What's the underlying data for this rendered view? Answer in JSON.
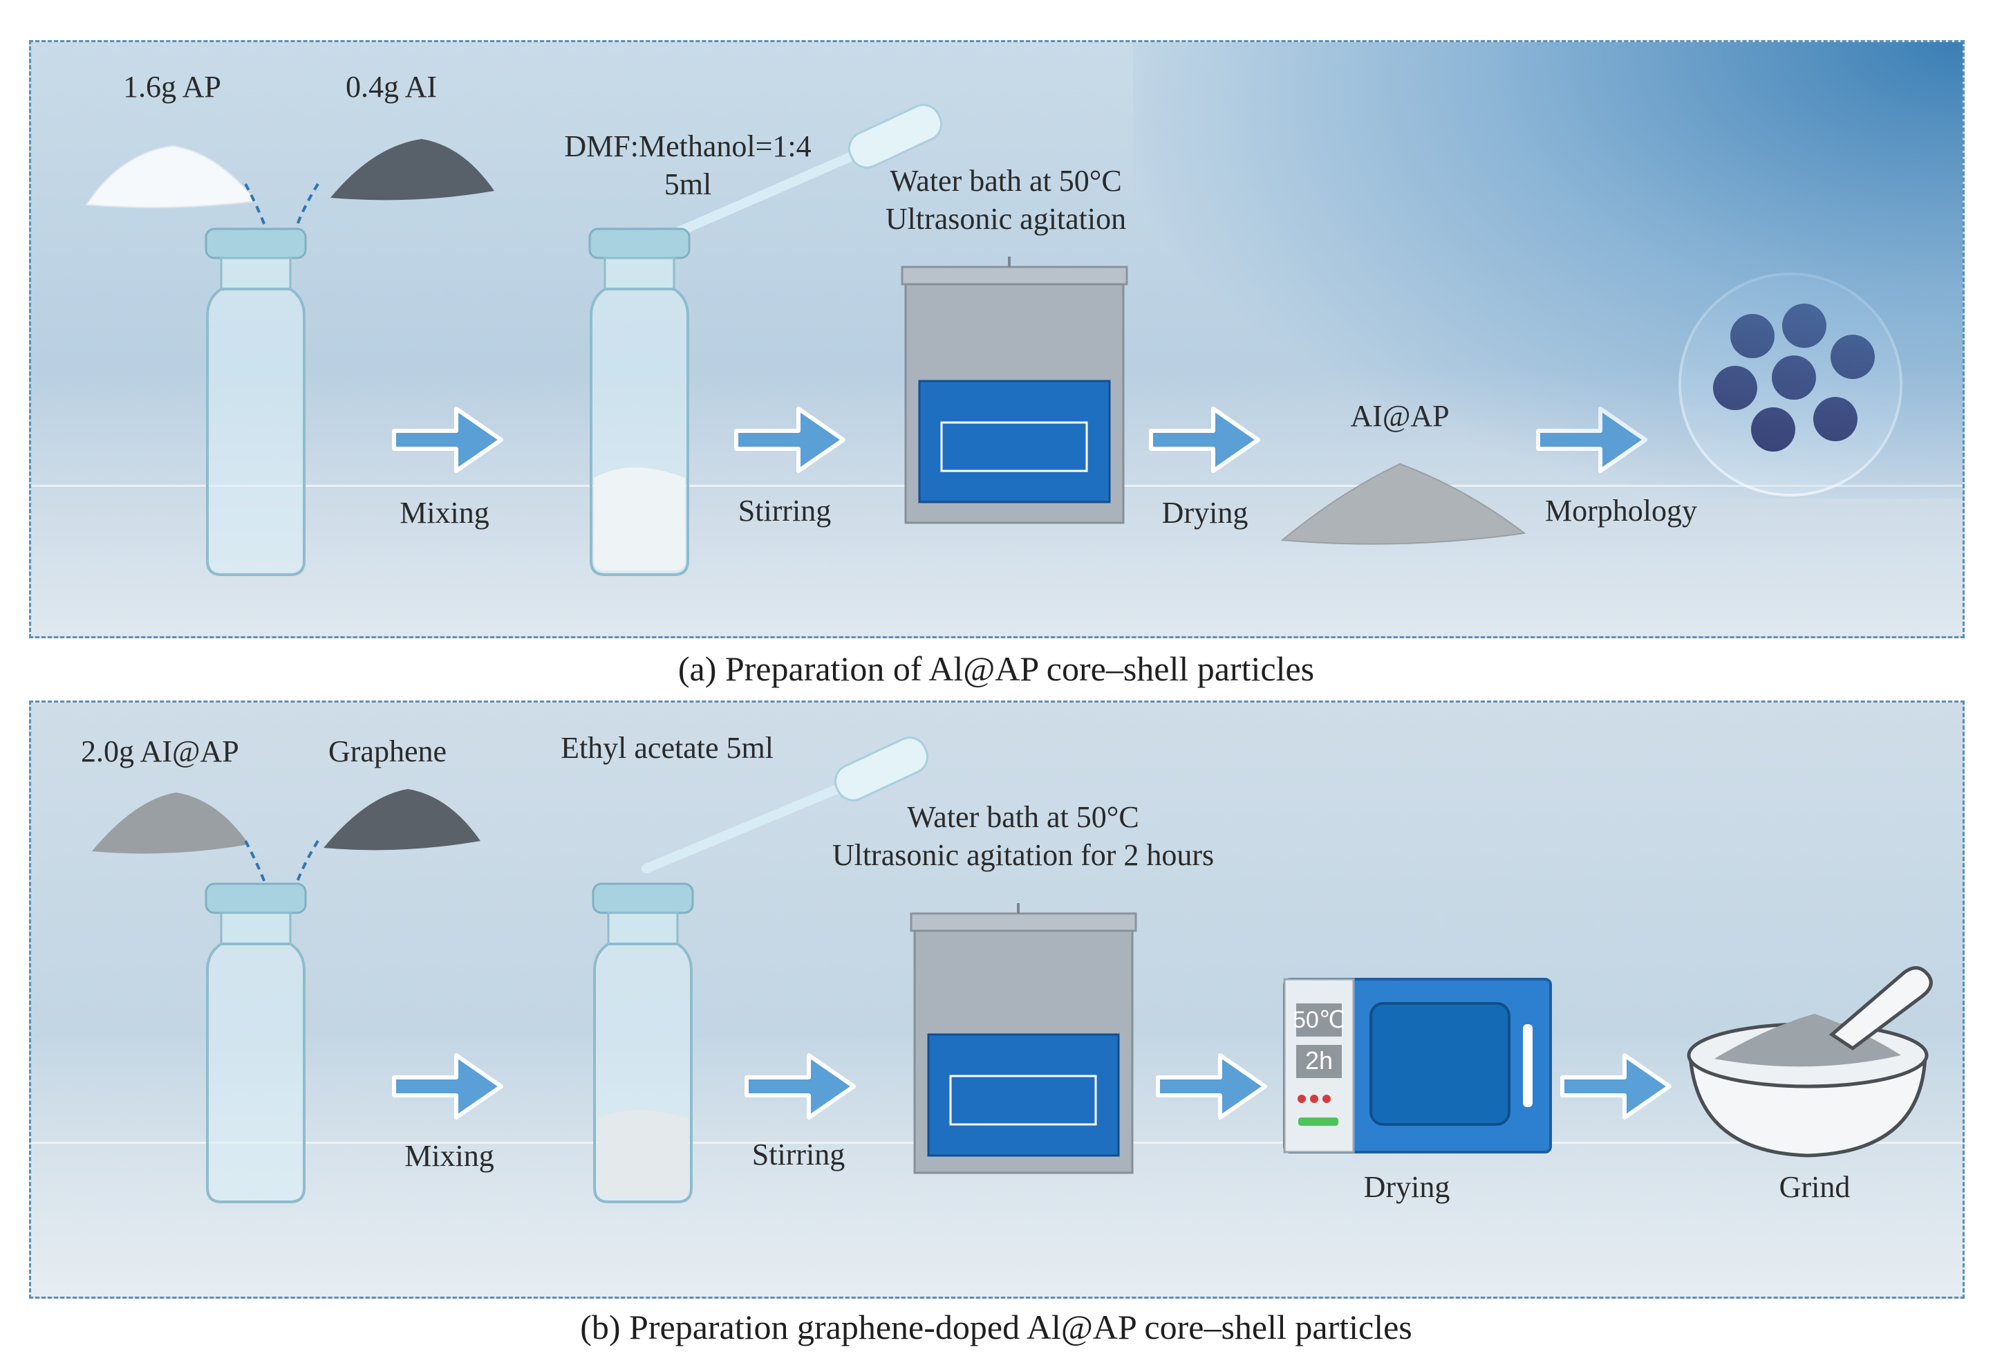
{
  "panel_a": {
    "caption": "(a) Preparation of Al@AP core–shell particles",
    "powder_1": "1.6g AP",
    "powder_2": "0.4g AI",
    "solvent_line1": "DMF:Methanol=1:4",
    "solvent_line2": "5ml",
    "bath_line1": "Water bath at 50°C",
    "bath_line2": "Ultrasonic agitation",
    "step_1": "Mixing",
    "step_2": "Stirring",
    "step_3": "Drying",
    "product": "AI@AP",
    "step_4": "Morphology"
  },
  "panel_b": {
    "caption": "(b) Preparation graphene-doped Al@AP core–shell particles",
    "powder_1": "2.0g AI@AP",
    "powder_2": "Graphene",
    "solvent": "Ethyl acetate 5ml",
    "bath_line1": "Water bath at 50°C",
    "bath_line2": "Ultrasonic agitation for 2 hours",
    "step_1": "Mixing",
    "step_2": "Stirring",
    "oven_temp": "50℃",
    "oven_time": "2h",
    "step_3": "Drying",
    "step_4": "Grind"
  },
  "colors": {
    "arrow": "#5a9fd6",
    "frame": "#5a8fb5",
    "device_panel": "#1f6fc0",
    "oven": "#2d7fd0"
  }
}
